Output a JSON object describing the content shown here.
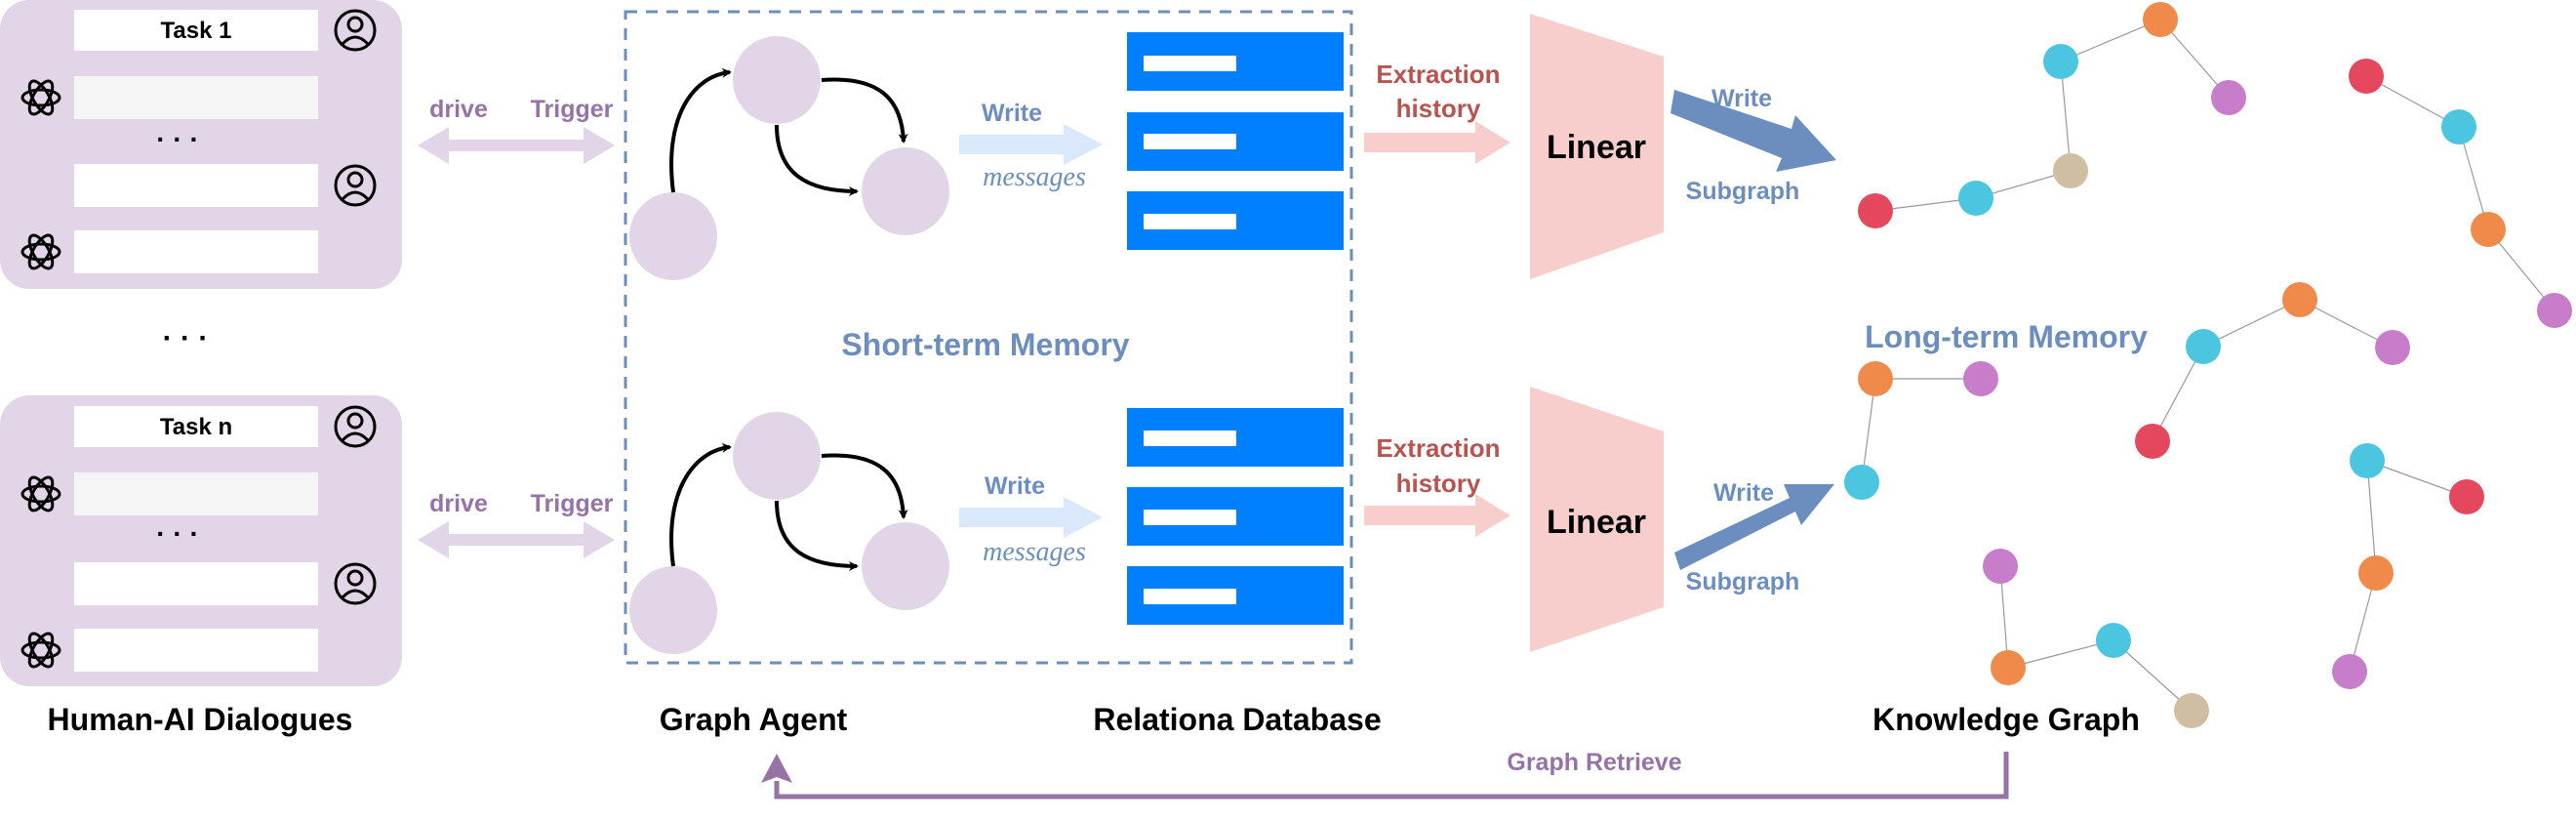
{
  "colors": {
    "dialogue_panel": "#e1d5e7",
    "node_lilac": "#e1d5e7",
    "bidir_arrow": "#e1d5e7",
    "label_purple": "#9673a6",
    "short_term_title": "#6c8ebf",
    "dash_border": "#6c8ebf",
    "write_arrow_light": "#dae8fc",
    "db_blue": "#007fff",
    "extraction_red": "#b85450",
    "extraction_arrow": "#f8cecc",
    "linear_pink": "#f8cecc",
    "subgraph_arrow": "#6c8ebf",
    "retrieve_line": "#9673a6",
    "kg_red": "#e5475e",
    "kg_cyan": "#4bc5e0",
    "kg_orange": "#f08a4b",
    "kg_purple": "#c77dc9",
    "kg_tan": "#d0bea2"
  },
  "dialogues": {
    "top": {
      "task_label": "Task 1",
      "dots": "· · ·",
      "icons": [
        "user-icon",
        "chatgpt-logo-icon",
        "user-icon",
        "chatgpt-logo-icon"
      ]
    },
    "between_dots": "· · ·",
    "bottom": {
      "task_label": "Task n",
      "dots": "· · ·",
      "icons": [
        "user-icon",
        "chatgpt-logo-icon",
        "user-icon",
        "chatgpt-logo-icon"
      ]
    },
    "caption": "Human-AI Dialogues"
  },
  "links": {
    "drive": "drive",
    "trigger": "Trigger"
  },
  "graph_agent": {
    "caption": "Graph Agent",
    "write": "Write",
    "messages": "messages"
  },
  "short_term_memory": "Short-term Memory",
  "database": {
    "caption": "Relationa Database",
    "extraction_line1": "Extraction",
    "extraction_line2": "history"
  },
  "linear": {
    "label": "Linear",
    "write": "Write",
    "subgraph": "Subgraph"
  },
  "knowledge_graph": {
    "long_term_title": "Long-term Memory",
    "caption": "Knowledge Graph"
  },
  "graph_retrieve": "Graph Retrieve"
}
